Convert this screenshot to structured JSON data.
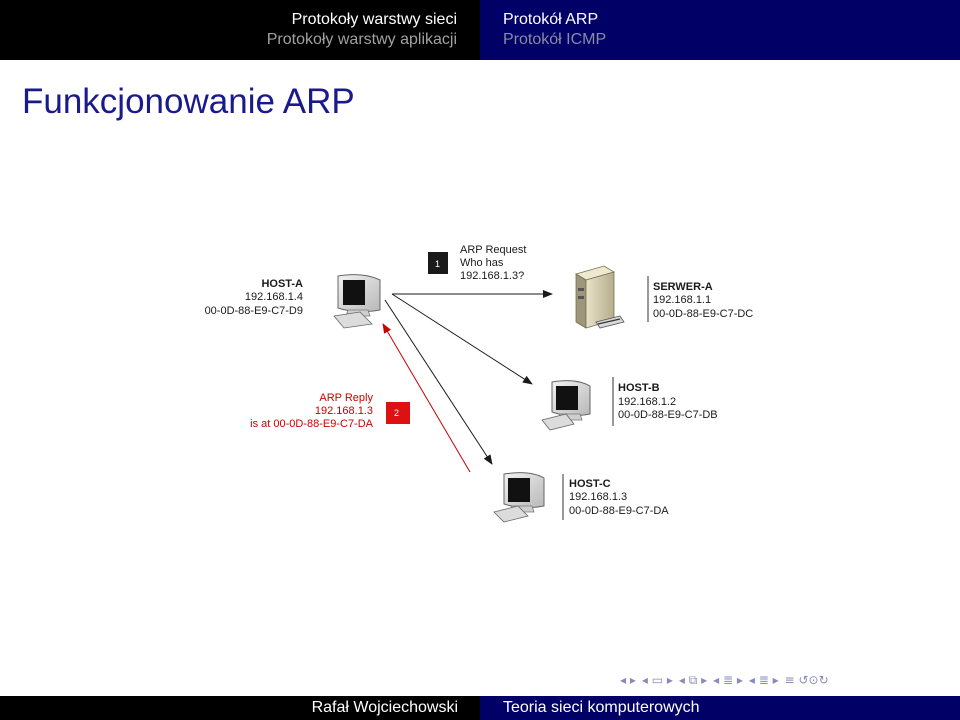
{
  "header": {
    "left_line1": "Protokoły warstwy sieci",
    "left_line2": "Protokoły warstwy aplikacji",
    "right_line1": "Protokół ARP",
    "right_line2": "Protokół ICMP"
  },
  "frame_title": "Funkcjonowanie ARP",
  "diagram": {
    "host_a": {
      "name": "HOST-A",
      "ip": "192.168.1.4",
      "mac": "00-0D-88-E9-C7-D9"
    },
    "serwer_a": {
      "name": "SERWER-A",
      "ip": "192.168.1.1",
      "mac": "00-0D-88-E9-C7-DC"
    },
    "host_b": {
      "name": "HOST-B",
      "ip": "192.168.1.2",
      "mac": "00-0D-88-E9-C7-DB"
    },
    "host_c": {
      "name": "HOST-C",
      "ip": "192.168.1.3",
      "mac": "00-0D-88-E9-C7-DA"
    },
    "request": {
      "step": "1",
      "line1": "ARP Request",
      "line2": "Who has",
      "line3": "192.168.1.3?"
    },
    "reply": {
      "step": "2",
      "line1": "ARP Reply",
      "line2": "192.168.1.3",
      "line3": "is at 00-0D-88-E9-C7-DA"
    },
    "colors": {
      "request_arrow": "#1a1a1a",
      "reply_arrow": "#cc0000",
      "step1_box": "#1a1a1a",
      "step2_box": "#dd1111"
    }
  },
  "nav_icons": [
    "nav-left-icon",
    "nav-frame-icon",
    "nav-subsection-icon",
    "nav-section-icon",
    "nav-align-icon",
    "nav-search-icon"
  ],
  "footer": {
    "author": "Rafał Wojciechowski",
    "course": "Teoria sieci komputerowych"
  }
}
